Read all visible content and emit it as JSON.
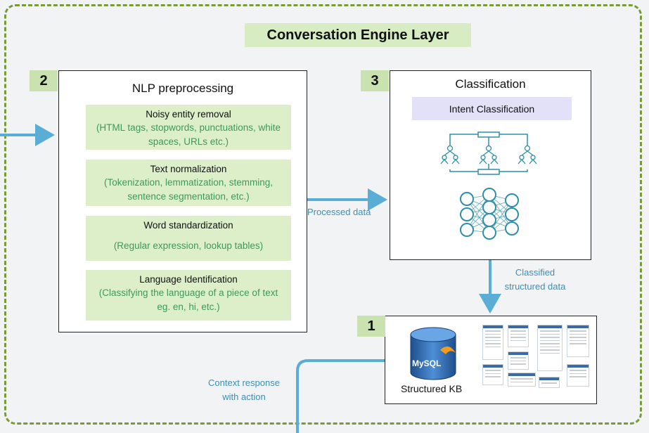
{
  "title": "Conversation Engine Layer",
  "nlp": {
    "number": "2",
    "title": "NLP preprocessing",
    "steps": [
      {
        "heading": "Noisy entity removal",
        "detail_1": "(HTML tags, stopwords, punctuations, white",
        "detail_2": "spaces, URLs etc.)"
      },
      {
        "heading": "Text normalization",
        "detail_1": "(Tokenization, lemmatization, stemming,",
        "detail_2": "sentence segmentation, etc.)"
      },
      {
        "heading": "Word standardization",
        "detail_1": "(Regular expression, lookup tables)",
        "detail_2": ""
      },
      {
        "heading": "Language Identification",
        "detail_1": "(Classifying the language of a piece of text",
        "detail_2": "eg. en, hi, etc.)"
      }
    ]
  },
  "classification": {
    "number": "3",
    "title": "Classification",
    "intent_label": "Intent Classification"
  },
  "kb": {
    "number": "1",
    "label": "Structured KB",
    "logo_text": "MySQL"
  },
  "flows": {
    "processed_data": "Processed data",
    "classified_1": "Classified",
    "classified_2": "structured  data",
    "context_1": "Context response",
    "context_2": "with action"
  },
  "colors": {
    "arrow": "#5aaed6",
    "label": "#3a8fb8",
    "num_bg": "#c9e2b0",
    "step_bg": "#dcefc9"
  }
}
